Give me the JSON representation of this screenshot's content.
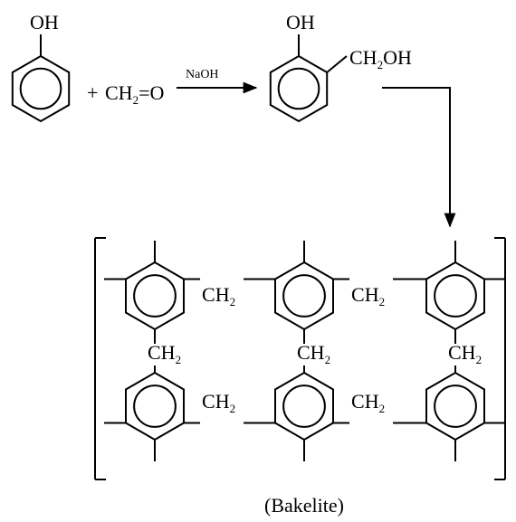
{
  "reaction": {
    "phenol_group": "OH",
    "plus": "+",
    "formaldehyde": {
      "part1": "CH",
      "sub": "2",
      "part2": "=O"
    },
    "catalyst": "NaOH",
    "product": {
      "oh_group": "OH",
      "side_group": {
        "part1": "CH",
        "sub": "2",
        "part2": "OH"
      }
    }
  },
  "polymer": {
    "bridge": {
      "main": "CH",
      "sub": "2"
    },
    "caption": "(Bakelite)"
  },
  "colors": {
    "ink": "#000000",
    "background": "#ffffff"
  }
}
